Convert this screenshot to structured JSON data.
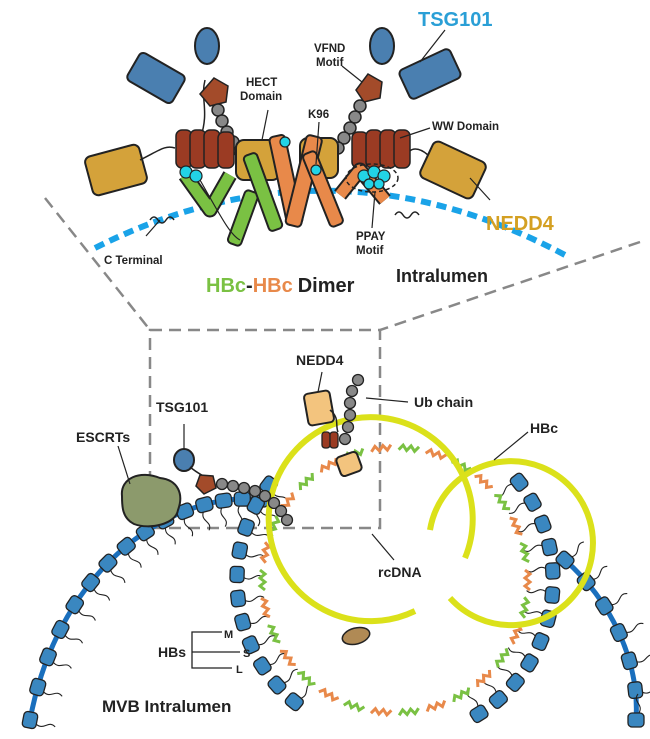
{
  "labels": {
    "tsg101_top": "TSG101",
    "vfnd_motif_line1": "VFND",
    "vfnd_motif_line2": "Motif",
    "hect_domain_line1": "HECT",
    "hect_domain_line2": "Domain",
    "k96": "K96",
    "ww_domain": "WW Domain",
    "nedd4_top": "NEDD4",
    "c_terminal": "C Terminal",
    "ppay_motif_line1": "PPAY",
    "ppay_motif_line2": "Motif",
    "hbc_a": "HBc",
    "hbc_dash": "-",
    "hbc_b": "HBc",
    "dimer": "Dimer",
    "intralumen": "Intralumen",
    "nedd4_mid": "NEDD4",
    "ub_chain": "Ub chain",
    "tsg101_mid": "TSG101",
    "escrts": "ESCRTs",
    "hbc_capsid": "HBc",
    "rcdna": "rcDNA",
    "hbs": "HBs",
    "hbs_m": "M",
    "hbs_s": "S",
    "hbs_l": "L",
    "mvb_intralumen": "MVB Intralumen"
  },
  "colors": {
    "tsg101": "#4a7fb0",
    "tsg101_text": "#2a9fd6",
    "nedd4": "#d4a23a",
    "nedd4_text": "#d4a022",
    "nedd4_mid_fill": "#f3c47e",
    "ww_domain": "#9b3b23",
    "vfnd_motif": "#a34b2a",
    "ub": "#888888",
    "cyan": "#22d3e6",
    "membrane_dash": "#1aa3e8",
    "hbc_green": "#7ac143",
    "hbc_orange": "#e8894a",
    "escrts": "#8c9a6c",
    "rcdna": "#dbe11a",
    "hbs_fill": "#3a87c0",
    "membrane_line": "#1a6fbd",
    "polymerase": "#b08a55",
    "box_dash": "#888888"
  }
}
